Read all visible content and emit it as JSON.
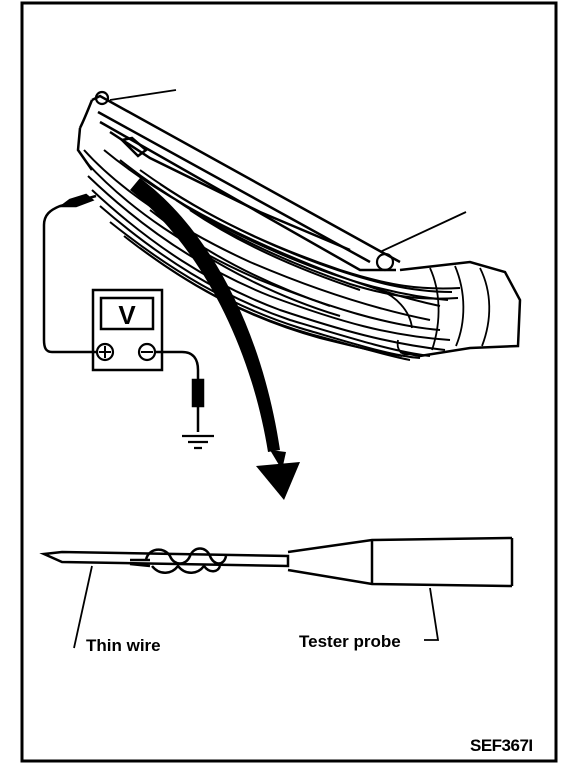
{
  "figure": {
    "meter_symbol": "V",
    "thin_wire_label": "Thin wire",
    "tester_probe_label": "Tester probe",
    "figure_code": "SEF367I"
  },
  "colors": {
    "ink": "#000000",
    "paper": "#ffffff"
  },
  "icons": [
    "voltmeter-icon",
    "ground-symbol-icon",
    "arrow-icon"
  ]
}
